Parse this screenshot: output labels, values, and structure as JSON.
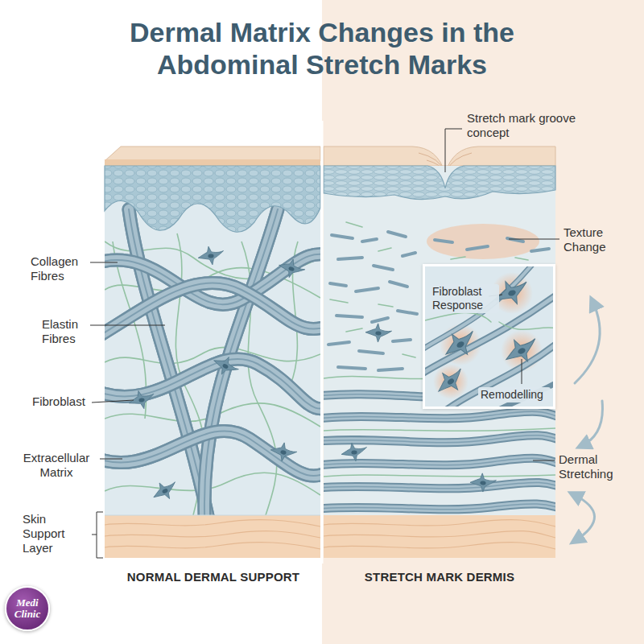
{
  "diagram": {
    "title": "Dermal Matrix Changes in the Abdominal Stretch Marks",
    "nodes": [
      {
        "text": [
          "Fibroblast Response",
          "Remodelling"
        ]
      },
      {
        "text": [
          "Medi Clinic"
        ]
      }
    ],
    "labels": [
      "Stretch mark groove concept",
      "Texture Change",
      "Collagen Fibres",
      "Elastin Fibres",
      "Fibroblast",
      "Extracellular Matrix",
      "Dermal Stretching",
      "Skin Support Layer",
      "NORMAL DERMAL SUPPORT",
      "STRETCH MARK DERMIS"
    ]
  }
}
